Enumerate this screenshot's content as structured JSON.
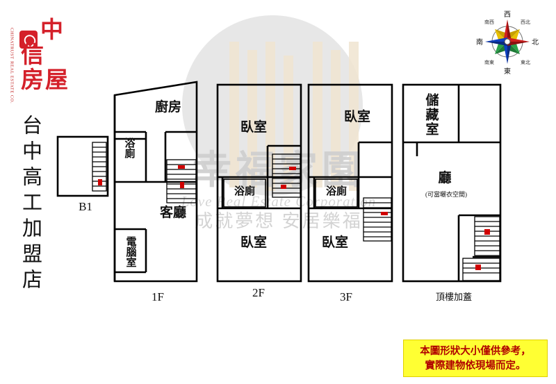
{
  "brand": {
    "side_text_top": "CHINATRUST",
    "side_text_bottom": "REAL ESTATE CO.",
    "name_line1": "中",
    "name_line2": "信",
    "name_line3": "房屋",
    "badge_icon": "house-logo-icon"
  },
  "store_name": "台中高工加盟店",
  "compass": {
    "icon": "compass-rose-icon",
    "directions": [
      "北",
      "東",
      "南",
      "西"
    ],
    "corner_labels": [
      "東北",
      "東南",
      "西南",
      "西北"
    ]
  },
  "watermark": {
    "line1": "幸福家園",
    "line2": "Love Real Estate Corporation",
    "line3": "成就夢想 安居樂福"
  },
  "floorplan": {
    "rooms": [
      {
        "id": "kitchen",
        "label": "廚房",
        "floor": "1F"
      },
      {
        "id": "bath-1f",
        "label": "浴廁",
        "floor": "1F"
      },
      {
        "id": "living",
        "label": "客廳",
        "floor": "1F"
      },
      {
        "id": "computer",
        "label": "電腦室",
        "floor": "1F"
      },
      {
        "id": "bed-2f-up",
        "label": "臥室",
        "floor": "2F"
      },
      {
        "id": "bath-2f",
        "label": "浴廁",
        "floor": "2F"
      },
      {
        "id": "bed-2f-down",
        "label": "臥室",
        "floor": "2F"
      },
      {
        "id": "bed-3f-up",
        "label": "臥室",
        "floor": "3F"
      },
      {
        "id": "bath-3f",
        "label": "浴廁",
        "floor": "3F"
      },
      {
        "id": "bed-3f-down",
        "label": "臥室",
        "floor": "3F"
      },
      {
        "id": "storage",
        "label": "儲藏室",
        "floor": "頂樓加蓋"
      },
      {
        "id": "hall",
        "label": "廳",
        "floor": "頂樓加蓋"
      },
      {
        "id": "hall-note",
        "label": "(可當曬衣空間)",
        "floor": "頂樓加蓋"
      }
    ],
    "floor_labels": [
      {
        "id": "b1",
        "label": "B1"
      },
      {
        "id": "f1",
        "label": "1F"
      },
      {
        "id": "f2",
        "label": "2F"
      },
      {
        "id": "f3",
        "label": "3F"
      },
      {
        "id": "rooftop",
        "label": "頂樓加蓋"
      }
    ]
  },
  "note": {
    "line1": "本圖形狀大小僅供參考，",
    "line2": "實際建物依現場而定。"
  },
  "colors": {
    "brand_red": "#d4202a",
    "note_bg": "#ffff33",
    "note_text": "#b00000",
    "wall": "#000000",
    "window_accent": "#f0e4d0"
  }
}
